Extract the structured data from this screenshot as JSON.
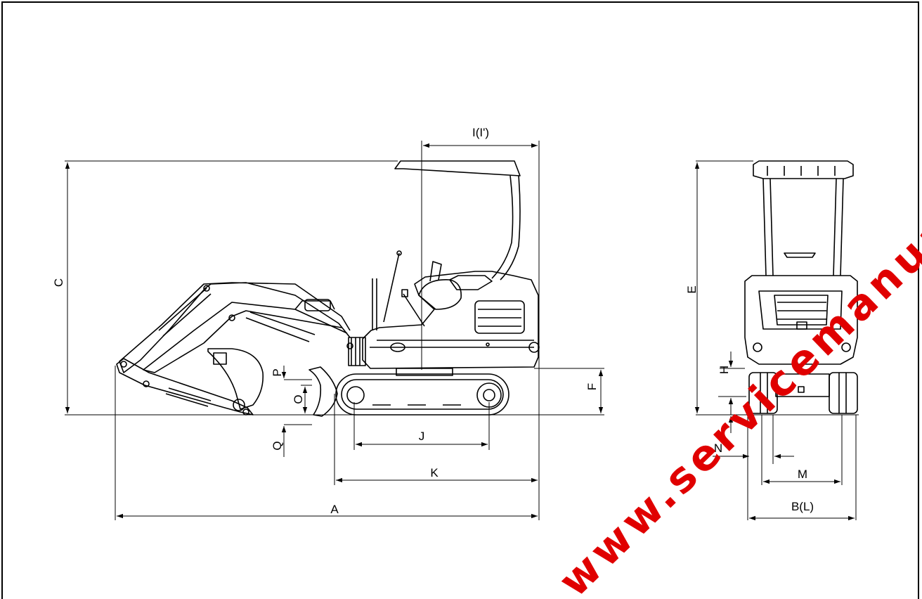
{
  "dimensions": {
    "A": "A",
    "B_L": "B(L)",
    "C": "C",
    "E": "E",
    "F": "F",
    "H": "H",
    "I": "I(I')",
    "J": "J",
    "K": "K",
    "M": "M",
    "N": "N",
    "O": "O",
    "P": "P",
    "Q": "Q"
  },
  "watermark": "www.servicemanual.com",
  "colors": {
    "line": "#000000",
    "watermark": "#e00000",
    "background": "#ffffff"
  }
}
